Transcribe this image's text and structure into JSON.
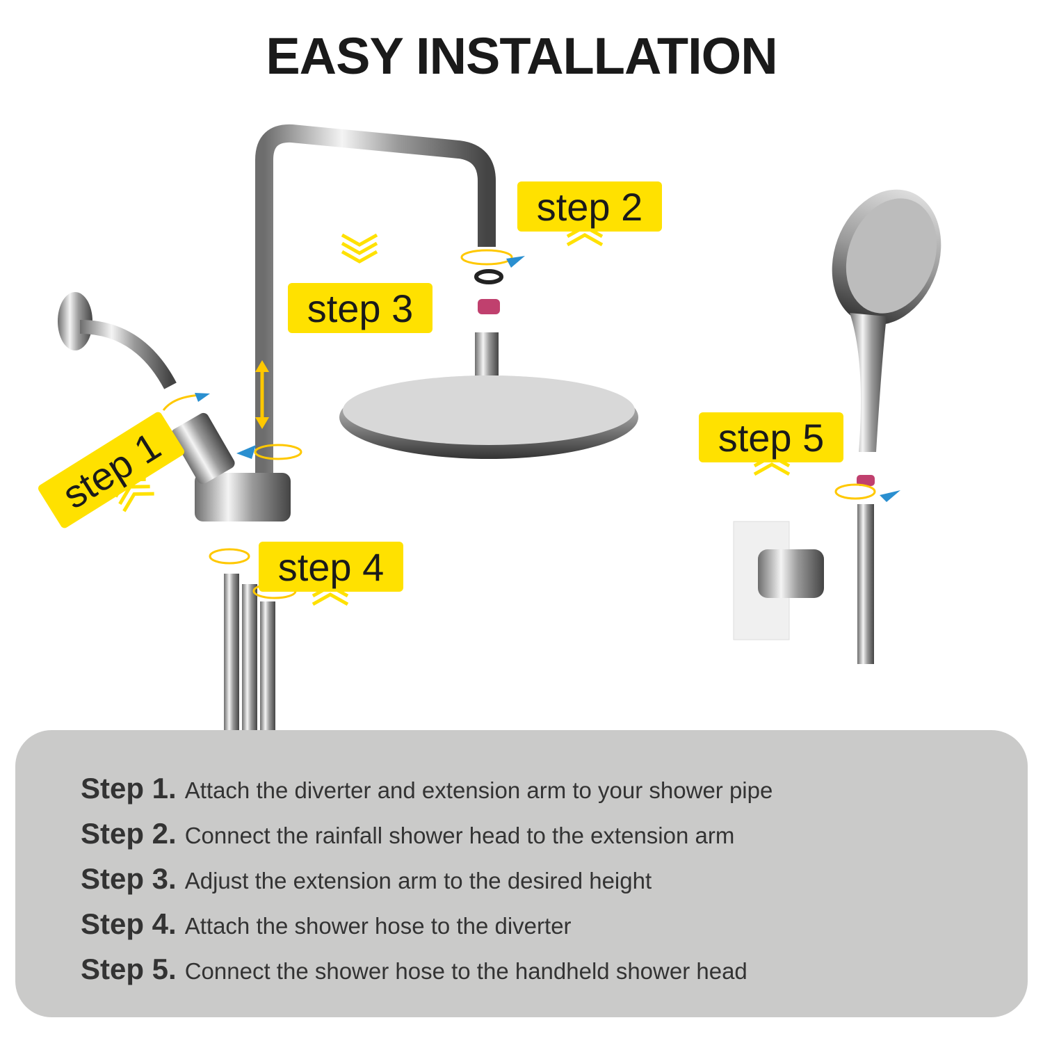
{
  "title": "EASY INSTALLATION",
  "tags": {
    "step1": "step 1",
    "step2": "step 2",
    "step3": "step 3",
    "step4": "step 4",
    "step5": "step 5"
  },
  "instructions": [
    {
      "label": "Step 1.",
      "text": "Attach the diverter and extension arm to your shower pipe"
    },
    {
      "label": "Step 2.",
      "text": "Connect the rainfall shower head to the extension arm"
    },
    {
      "label": "Step 3.",
      "text": "Adjust the extension arm to the desired height"
    },
    {
      "label": "Step 4.",
      "text": "Attach the shower hose to the diverter"
    },
    {
      "label": "Step 5.",
      "text": "Connect the shower hose to the handheld shower head"
    }
  ],
  "colors": {
    "accent": "#ffe100",
    "panel": "#cacac9",
    "arrow": "#2a8fd0"
  }
}
